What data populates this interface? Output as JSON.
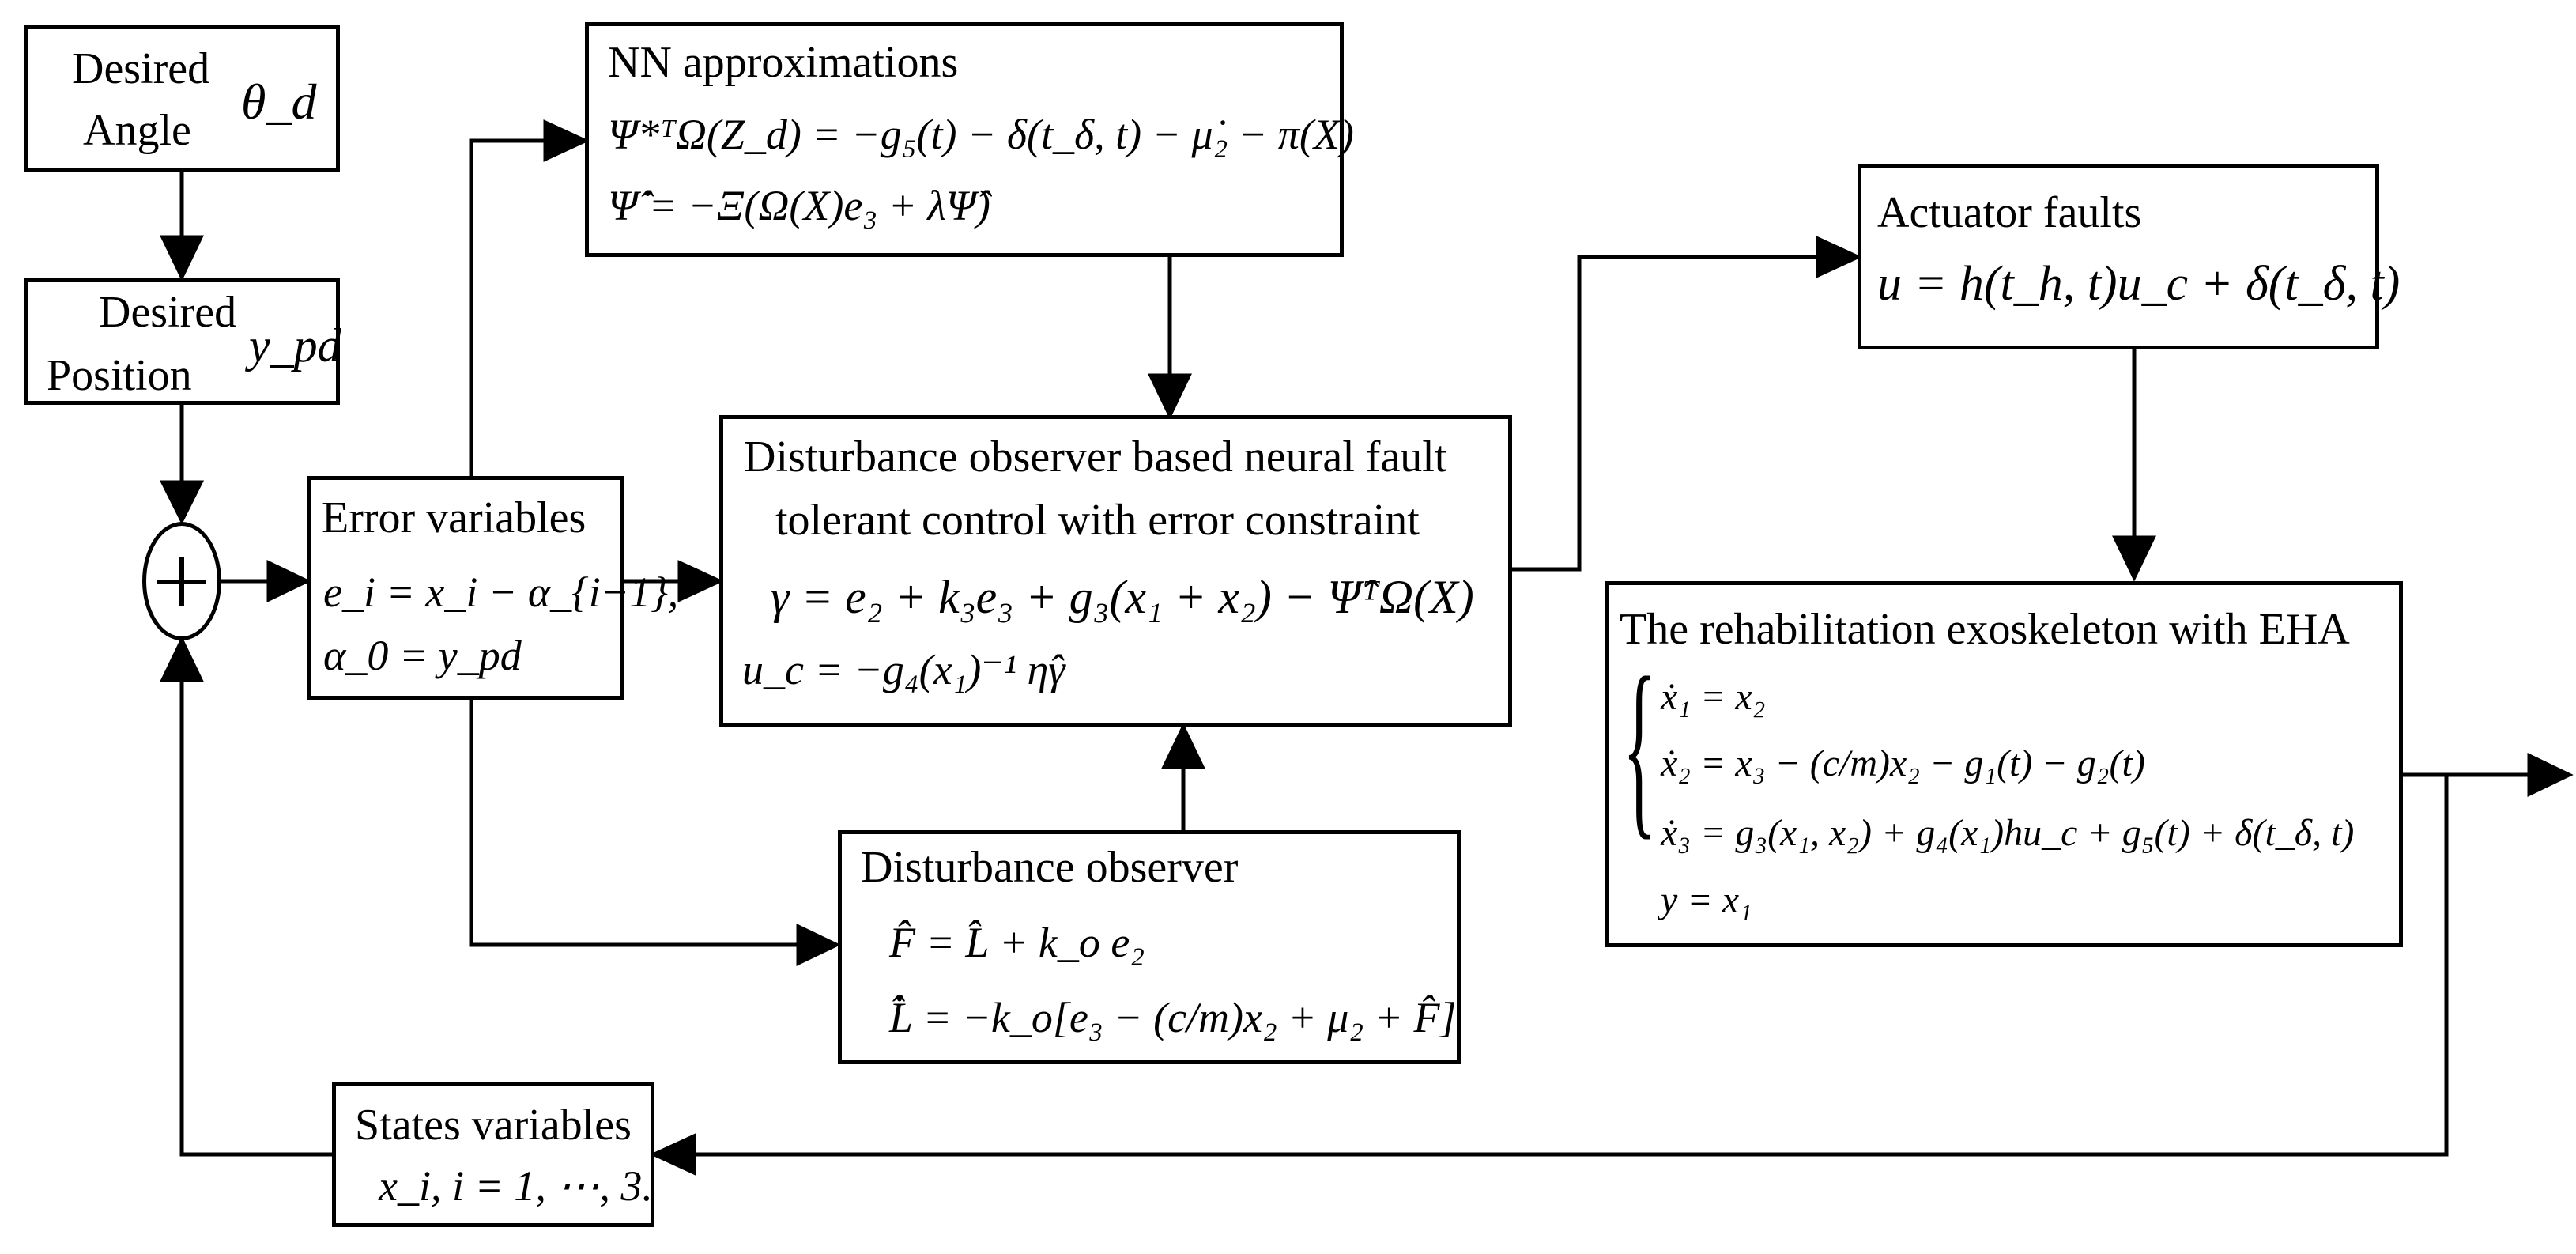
{
  "desired_angle": {
    "line1": "Desired",
    "line2": "Angle",
    "symbol": "θ_d"
  },
  "desired_position": {
    "line1": "Desired",
    "line2": "Position",
    "symbol": "y_pd"
  },
  "error_variables": {
    "title": "Error variables",
    "eq1": "e_i = x_i − α_{i−1},",
    "eq2": "α_0 = y_pd"
  },
  "nn_approximations": {
    "title": "NN approximations",
    "eq1": "Ψ*ᵀΩ(Z_d) = −g₅(t) − δ(t_δ, t) − μ̇₂ − π(X)",
    "eq2": "Ψ̂̇ = −Ξ(Ω(X)e₃ + λΨ̂)"
  },
  "controller": {
    "title_line1": "Disturbance observer based neural fault",
    "title_line2": "tolerant control with error constraint",
    "eq1": "γ = e₂ + k₃e₃ + g₃(x₁ + x₂) − Ψ̂ᵀΩ(X)",
    "eq2": "u_c = −g₄(x₁)⁻¹ η̂γ"
  },
  "disturbance_observer": {
    "title": "Disturbance observer",
    "eq1": "F̂ = L̂ + k_o e₂",
    "eq2": "L̂̇ = −k_o[e₃ − (c/m)x₂ + μ₂ + F̂]"
  },
  "actuator_faults": {
    "title": "Actuator faults",
    "eq1": "u = h(t_h, t)u_c + δ(t_δ, t)"
  },
  "exoskeleton": {
    "title": "The rehabilitation exoskeleton with EHA",
    "eq1": "ẋ₁ = x₂",
    "eq2": "ẋ₂ = x₃ − (c/m)x₂ − g₁(t) − g₂(t)",
    "eq3": "ẋ₃ = g₃(x₁, x₂) + g₄(x₁)hu_c + g₅(t) + δ(t_δ, t)",
    "eq4": "y = x₁"
  },
  "states_variables": {
    "title": "States variables",
    "eq1": "x_i, i = 1, ⋯, 3."
  },
  "summing_junction": {
    "symbol": "+"
  },
  "colors": {
    "line": "#000000",
    "background": "#ffffff"
  }
}
